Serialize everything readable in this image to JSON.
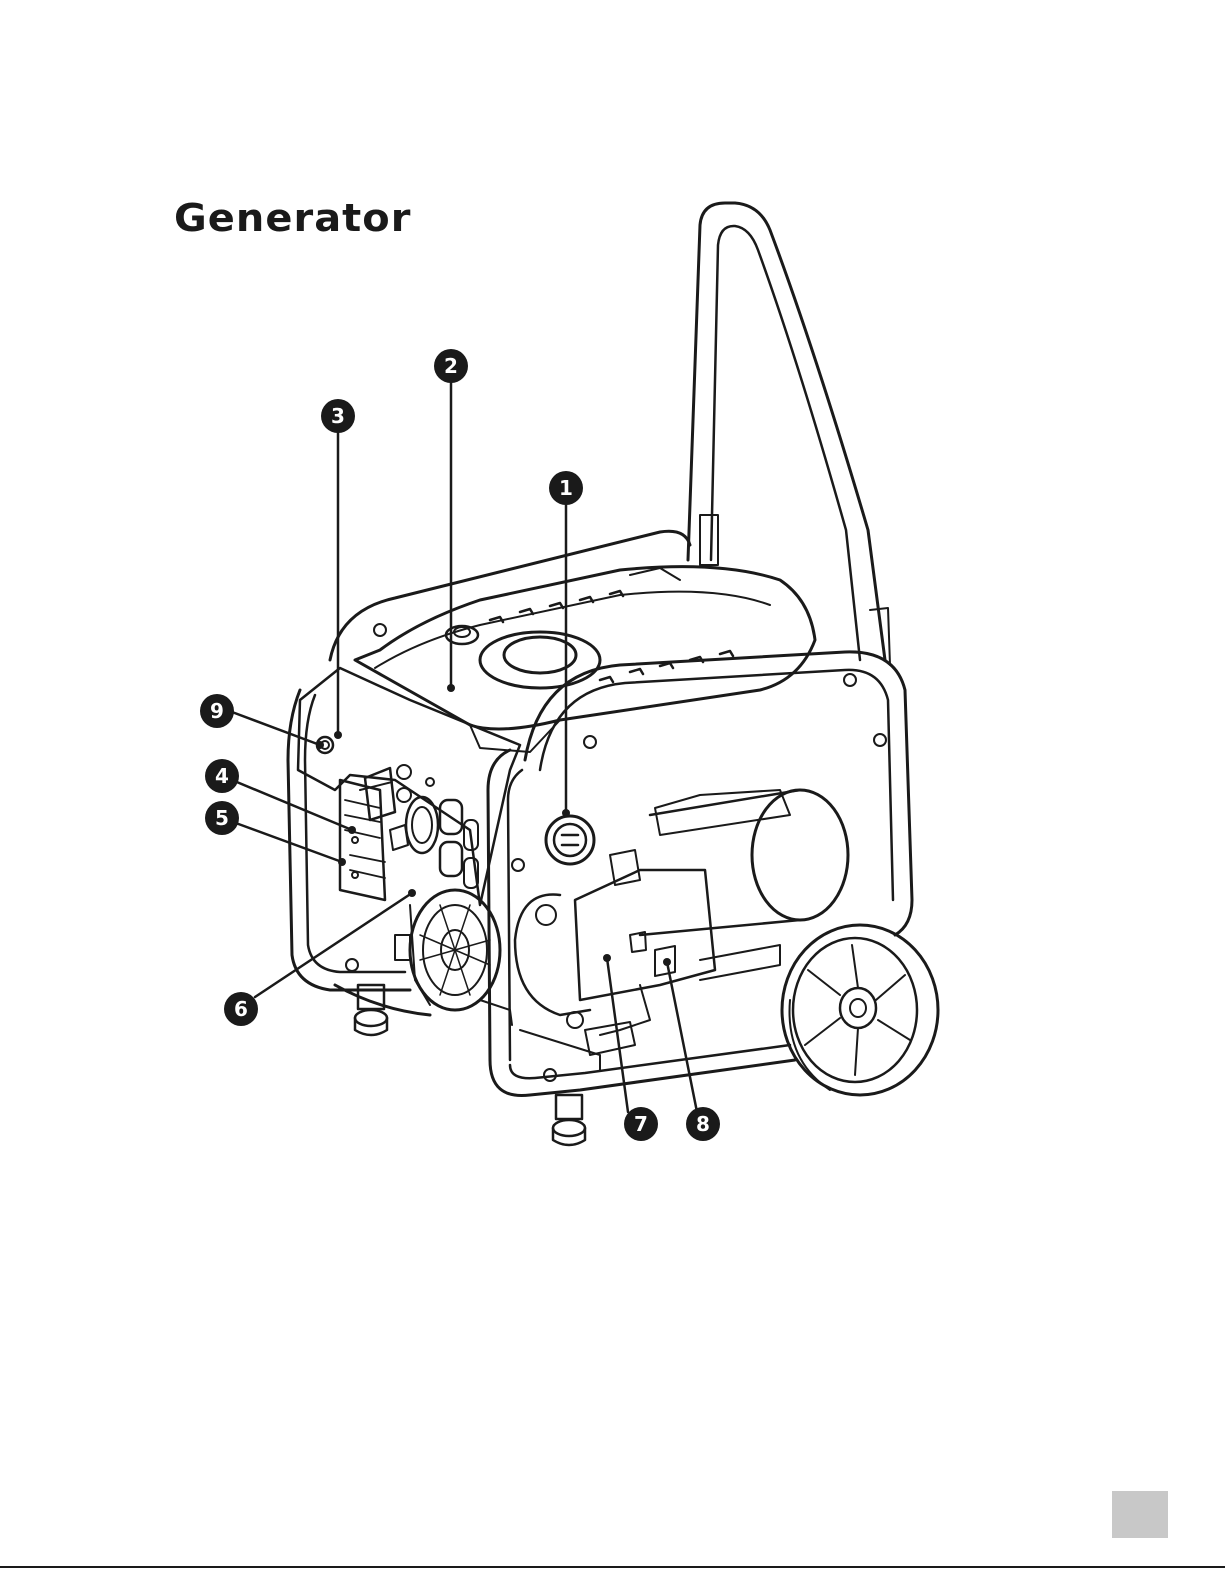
{
  "title": "Generator",
  "callouts": [
    "1",
    "2",
    "3",
    "4",
    "5",
    "6",
    "7",
    "8",
    "9"
  ],
  "colors": {
    "ink": "#1a1a1a",
    "page_tab": "#c8c8c8"
  }
}
